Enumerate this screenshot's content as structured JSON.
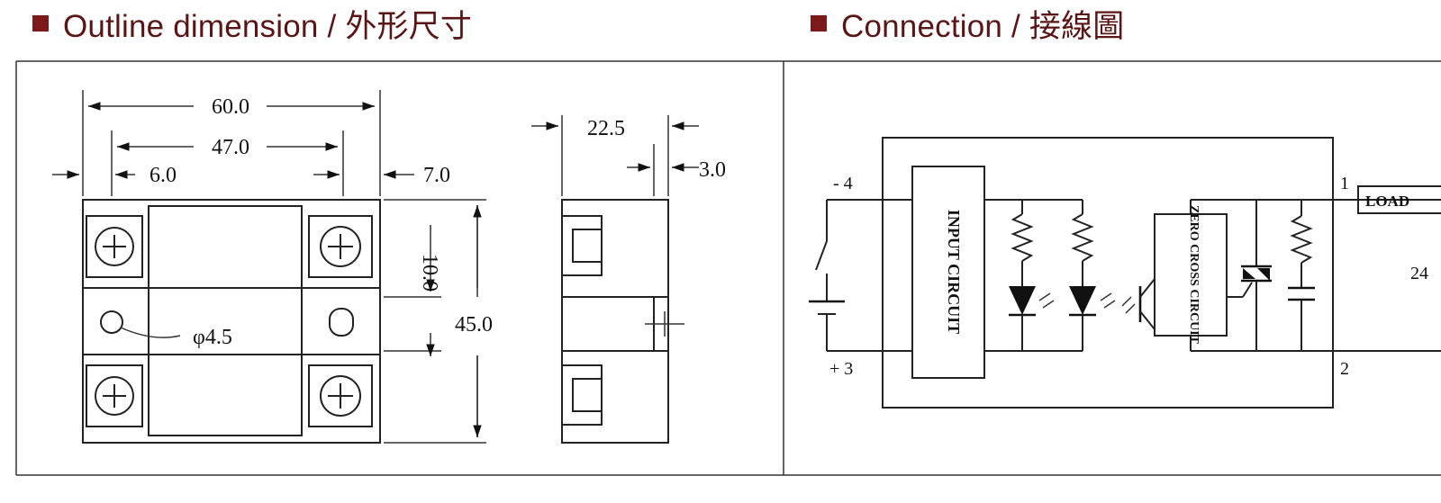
{
  "headers": {
    "outline": "Outline dimension / 外形尺寸",
    "connection": "Connection / 接線圖"
  },
  "outline": {
    "dim_total_width": "60.0",
    "dim_hole_spacing": "47.0",
    "dim_left_offset": "6.0",
    "dim_right_offset": "7.0",
    "dim_terminal_height": "10.0",
    "dim_total_height": "45.0",
    "dim_hole_diameter": "φ4.5",
    "dim_side_depth": "22.5",
    "dim_side_tab": "3.0"
  },
  "connection": {
    "input_circuit": "INPUT CIRCUIT",
    "zero_cross": "ZERO CROSS CIRCUIT",
    "pin_minus4": "- 4",
    "pin_plus3": "+ 3",
    "pin_1": "1",
    "pin_2": "2",
    "load": "LOAD",
    "supply_partial": "24"
  },
  "colors": {
    "bullet": "#7a1a1a",
    "heading": "#5a1616",
    "line": "#222222"
  }
}
